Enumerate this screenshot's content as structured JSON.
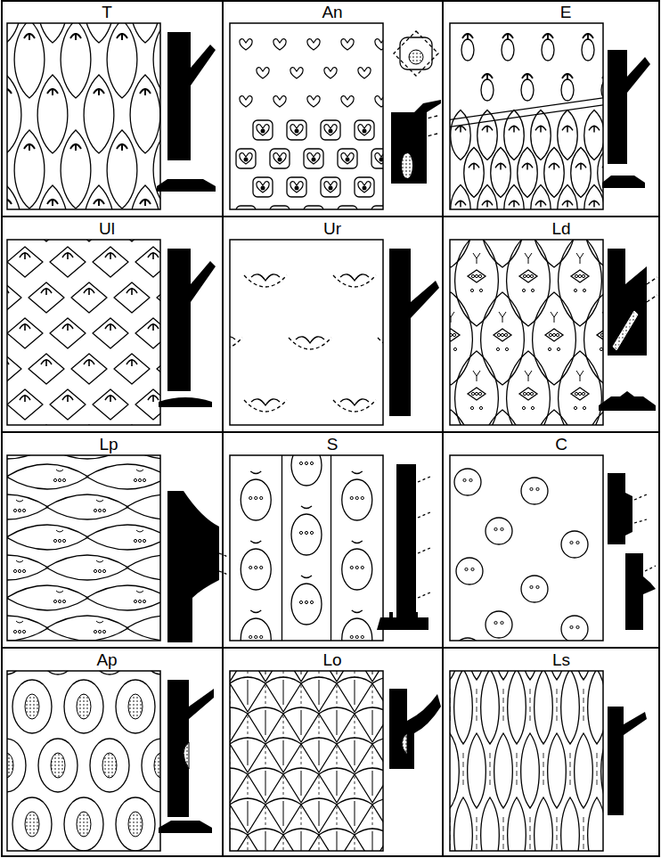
{
  "diagram": {
    "labels": [
      "T",
      "An",
      "E",
      "Ul",
      "Ur",
      "Ld",
      "Lp",
      "S",
      "C",
      "Ap",
      "Lo",
      "Ls"
    ]
  }
}
